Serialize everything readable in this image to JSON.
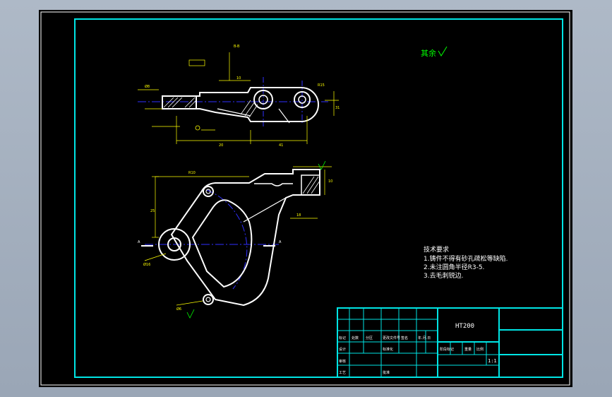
{
  "colors": {
    "background": "#000000",
    "frame_outer": "#ffffff",
    "frame_inner": "#00e5e5",
    "part_outline": "#ffffff",
    "dimension": "#ffff00",
    "center_line": "#3030ff",
    "hatch": "#ffffff",
    "note_text": "#ffffff",
    "surface_note": "#00ff00"
  },
  "surface_finish_note": "其余",
  "section_labels": {
    "top_view": "B-B",
    "side_view_left": "A",
    "side_view_right": "A"
  },
  "technical_requirements": {
    "heading": "技术要求",
    "items": [
      "1.铸件不得有砂孔疏松等缺陷.",
      "2.未注圆角半径R3-5.",
      "3.去毛刺锐边."
    ]
  },
  "title_block": {
    "material": "HT200",
    "scale": "1:1",
    "row_labels": [
      "标记",
      "处数",
      "分区",
      "更改文件号",
      "签名",
      "年.月.日"
    ],
    "sign_labels": [
      "设计",
      "标准化"
    ],
    "review_labels": [
      "审核",
      "工艺",
      "批准"
    ],
    "stage_labels": [
      "阶段标记",
      "重量",
      "比例"
    ]
  },
  "dimension_labels": [
    "20",
    "41",
    "31",
    "10",
    "25",
    "10",
    "18",
    "R15",
    "R10",
    "Ø16",
    "Ø8",
    "Ø6"
  ]
}
